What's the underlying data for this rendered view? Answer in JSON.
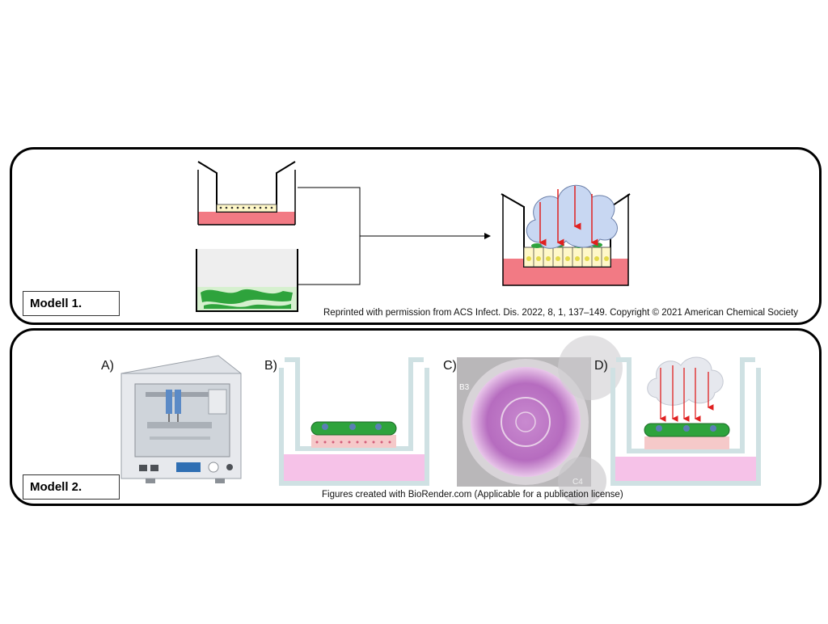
{
  "modell1": {
    "label": "Modell 1.",
    "caption": "Reprinted with permission from ACS Infect. Dis. 2022, 8, 1, 137–149. Copyright © 2021 American Chemical Society"
  },
  "modell2": {
    "label": "Modell 2.",
    "caption": "Figures created with BioRender.com (Applicable for a publication license)",
    "panels": [
      "A)",
      "B)",
      "C)",
      "D)"
    ],
    "photo_well_labels": [
      "B3",
      "C4"
    ]
  },
  "colors": {
    "medium_red": "#f27a84",
    "medium_pink": "#f6c2e8",
    "biofilm_green": "#2ea33c",
    "cloud": "#c8d7f2",
    "arrow_red": "#e02020"
  }
}
